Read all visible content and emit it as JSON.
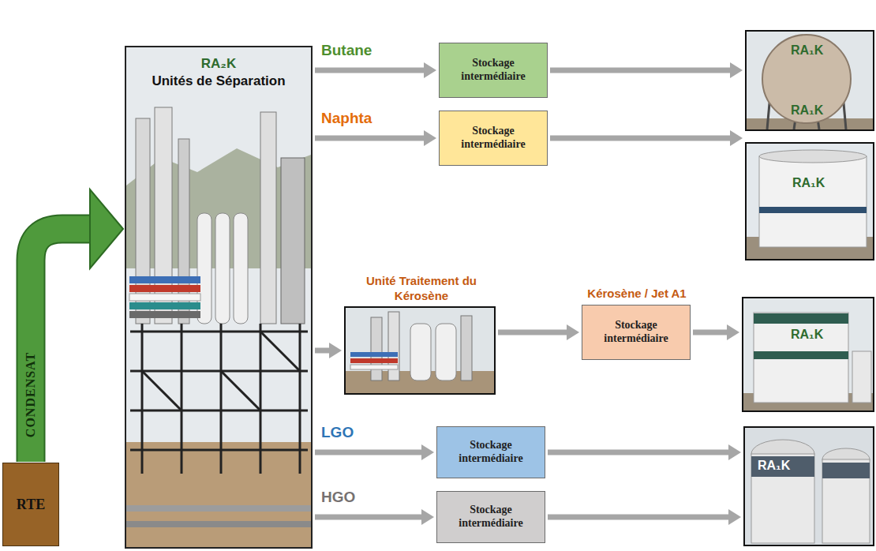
{
  "diagram": {
    "nodes": [
      {
        "text": [
          "RA₂K",
          "Unités de Séparation"
        ]
      },
      {
        "text": [
          "Stockage intermédiaire"
        ]
      },
      {
        "text": [
          "RA₁K",
          "RA₁K"
        ]
      },
      {
        "text": [
          "Stockage intermédiaire"
        ]
      },
      {
        "text": [
          "RA₁K"
        ]
      },
      {
        "text": [
          "Unité Traitement du Kérosène"
        ]
      },
      {
        "text": [
          "Kérosène / Jet A1",
          "Stockage intermédiaire"
        ]
      },
      {
        "text": [
          "RA₁K"
        ]
      },
      {
        "text": [
          "Stockage intermédiaire"
        ]
      },
      {
        "text": [
          "Stockage intermédiaire"
        ]
      },
      {
        "text": [
          "RA₁K"
        ]
      },
      {
        "text": [
          "RTE"
        ]
      }
    ],
    "edges": [
      {
        "from": 11,
        "to": 0,
        "arrow": "to",
        "label": "CONDENSAT"
      },
      {
        "from": 0,
        "to": 1,
        "arrow": "to",
        "label": "Butane"
      },
      {
        "from": 1,
        "to": 2,
        "arrow": "to"
      },
      {
        "from": 0,
        "to": 3,
        "arrow": "to",
        "label": "Naphta"
      },
      {
        "from": 3,
        "to": 4,
        "arrow": "to"
      },
      {
        "from": 0,
        "to": 5,
        "arrow": "to"
      },
      {
        "from": 5,
        "to": 6,
        "arrow": "to"
      },
      {
        "from": 6,
        "to": 7,
        "arrow": "to"
      },
      {
        "from": 0,
        "to": 8,
        "arrow": "to",
        "label": "LGO"
      },
      {
        "from": 8,
        "to": 10,
        "arrow": "to"
      },
      {
        "from": 0,
        "to": 9,
        "arrow": "to",
        "label": "HGO"
      },
      {
        "from": 9,
        "to": 10,
        "arrow": "to"
      }
    ]
  }
}
